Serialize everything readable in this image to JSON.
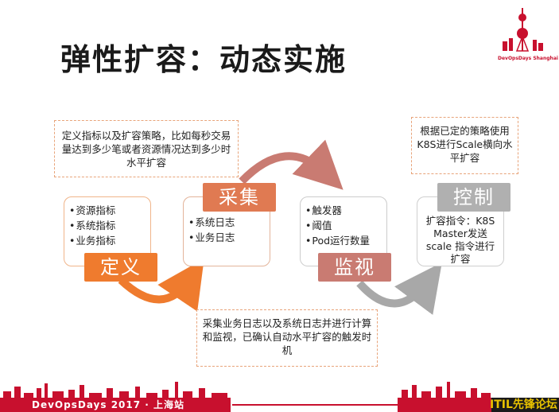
{
  "title": "弹性扩容：动态实施",
  "logo_text": "DevOpsDays Shanghai",
  "notes": {
    "define": "定义指标以及扩容策略，比如每秒交易量达到多少笔或者资源情况达到多少时水平扩容",
    "control": "根据已定的策略使用K8S进行Scale横向水平扩容",
    "monitor": "采集业务日志以及系统日志并进行计算和监视，已确认自动水平扩容的触发时机"
  },
  "stages": [
    {
      "label": "定义",
      "items": [
        "资源指标",
        "系统指标",
        "业务指标"
      ],
      "color": "#ef7b2e"
    },
    {
      "label": "采集",
      "items": [
        "系统日志",
        "业务日志"
      ],
      "color": "#e07a52"
    },
    {
      "label": "监视",
      "items": [
        "触发器",
        "阈值",
        "Pod运行数量"
      ],
      "color": "#c97b72"
    },
    {
      "label": "控制",
      "items": [
        "扩容指令：K8S Master发送 scale 指令进行扩容"
      ],
      "color": "#b0b0b0"
    }
  ],
  "footer": {
    "event": "DevOpsDays 2017 · 上海站",
    "forum": "ITIL先锋论坛"
  }
}
